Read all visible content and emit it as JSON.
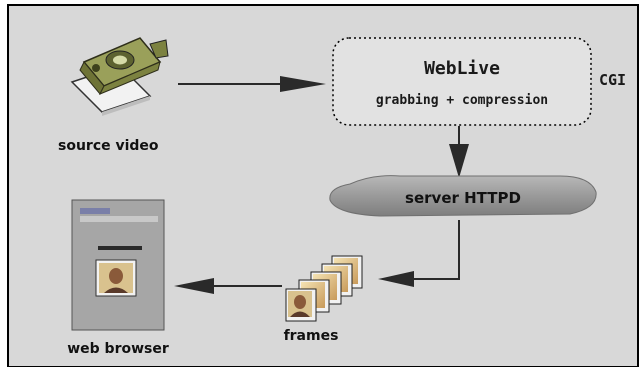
{
  "nodes": {
    "source_video": "source video",
    "weblive_title": "WebLive",
    "weblive_subtitle": "grabbing + compression",
    "cgi": "CGI",
    "server": "server HTTPD",
    "frames": "frames",
    "web_browser": "web browser"
  },
  "colors": {
    "background": "#d8d8d8",
    "border": "#000000",
    "arrow": "#2a2a2a",
    "server_pill": "#9a9a9a",
    "browser_window": "#a6a6a6",
    "camera_body": "#9aa05a"
  }
}
